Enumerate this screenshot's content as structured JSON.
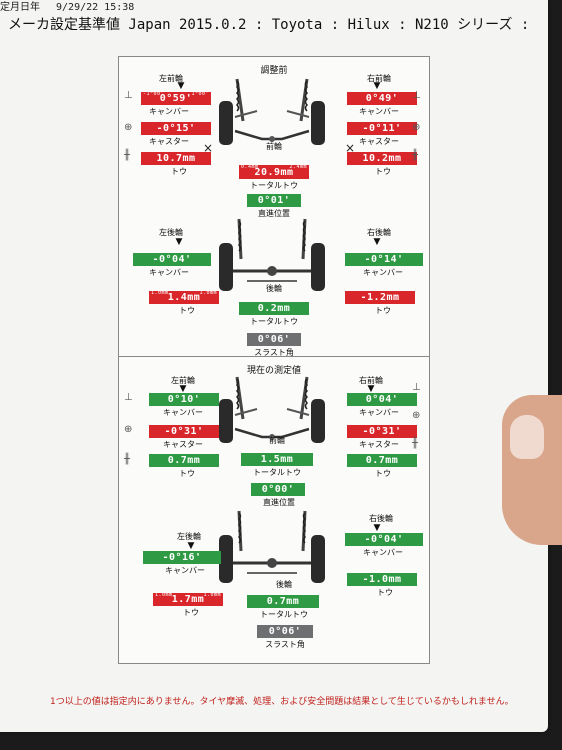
{
  "header": {
    "datestamp": "定月日年　 9/29/22 15:38",
    "title": "メーカ設定基準値 Japan 2015.0.2 : Toyota : Hilux : N210 シリーズ :"
  },
  "before": {
    "title": "調整前",
    "front_left_title": "左前輪",
    "front_right_title": "右前輪",
    "front_title": "前輪",
    "rear_left_title": "左後輪",
    "rear_right_title": "右後輪",
    "rear_title": "後輪",
    "camber_label": "キャンバー",
    "caster_label": "キャスター",
    "toe_label": "トウ",
    "total_toe_label": "トータルトウ",
    "straight_label": "直進位置",
    "thrust_label": "スラスト角",
    "fl_camber": "0°59'",
    "fr_camber": "0°49'",
    "fl_caster": "-0°15'",
    "fr_caster": "-0°11'",
    "fl_toe": "10.7mm",
    "fr_toe": "10.2mm",
    "front_total_toe": "20.9mm",
    "front_total_min": "0.4mm",
    "front_total_max": "2.4mm",
    "straight": "0°01'",
    "rl_camber": "-0°04'",
    "rr_camber": "-0°14'",
    "rl_toe": "1.4mm",
    "rr_toe": "-1.2mm",
    "rear_total_toe": "0.2mm",
    "thrust": "0°06'",
    "lim_camber_min": "-1°00'",
    "lim_camber_max": "1°00'",
    "lim_toe_min": "1.0mm",
    "lim_toe_max": "1.0mm",
    "x_mark": "×"
  },
  "after": {
    "title": "現在の測定値",
    "front_left_title": "左前輪",
    "front_right_title": "右前輪",
    "front_title": "前輪",
    "rear_left_title": "左後輪",
    "rear_right_title": "右後輪",
    "rear_title": "後輪",
    "camber_label": "キャンバー",
    "caster_label": "キャスター",
    "toe_label": "トウ",
    "total_toe_label": "トータルトウ",
    "straight_label": "直進位置",
    "thrust_label": "スラスト角",
    "fl_camber": "0°10'",
    "fr_camber": "0°04'",
    "fl_caster": "-0°31'",
    "fr_caster": "-0°31'",
    "fl_toe": "0.7mm",
    "fr_toe": "0.7mm",
    "front_total_toe": "1.5mm",
    "straight": "0°00'",
    "rl_camber": "-0°16'",
    "rr_camber": "-0°04'",
    "rl_toe": "1.7mm",
    "rr_toe": "-1.0mm",
    "rear_total_toe": "0.7mm",
    "thrust": "0°06'"
  },
  "warning": "1つ以上の値は指定内にありません。タイヤ摩滅、処理、および安全問題は結果として生じているかもしれません。",
  "colors": {
    "out_of_spec": "#d8262b",
    "in_spec": "#2f9a44",
    "neutral": "#6d6f70",
    "warning_text": "#c0201c"
  }
}
